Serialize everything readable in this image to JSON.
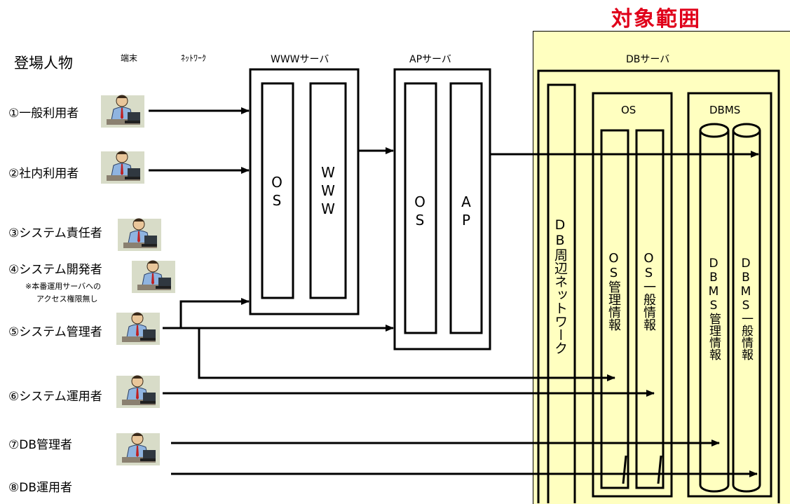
{
  "scope_title": "対象範囲",
  "cast_title": "登場人物",
  "columns": {
    "terminal": "端末",
    "network": "ﾈｯﾄﾜｰｸ",
    "www_server": "WWWサーバ",
    "ap_server": "APサーバ",
    "db_server": "DBサーバ"
  },
  "actors": [
    {
      "label": "①一般利用者"
    },
    {
      "label": "②社内利用者"
    },
    {
      "label": "③システム責任者"
    },
    {
      "label": "④システム開発者",
      "note1": "※本番運用サーバへの",
      "note2": "アクセス権限無し"
    },
    {
      "label": "⑤システム管理者"
    },
    {
      "label": "⑥システム運用者"
    },
    {
      "label": "⑦DB管理者"
    },
    {
      "label": "⑧DB運用者"
    }
  ],
  "www": {
    "os": "OS",
    "app": "WWW"
  },
  "ap": {
    "os": "OS",
    "app": "AP"
  },
  "db": {
    "network": "DB周辺ネットワーク",
    "os_group": "OS",
    "dbms_group": "DBMS",
    "os_admin": "OS管理情報",
    "os_general": "OS一般情報",
    "dbms_admin": "DBMS管理情報",
    "dbms_general": "DBMS一般情報"
  },
  "colors": {
    "scope_fill": "#ffffc0",
    "scope_title": "#e0001a",
    "line": "#000000"
  }
}
